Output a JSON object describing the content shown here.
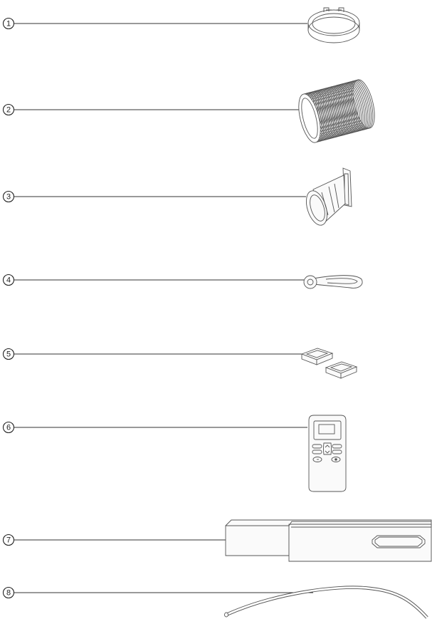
{
  "parts": [
    {
      "number": "1",
      "icon": "hose-ring-icon"
    },
    {
      "number": "2",
      "icon": "exhaust-hose-icon"
    },
    {
      "number": "3",
      "icon": "window-adapter-icon"
    },
    {
      "number": "4",
      "icon": "drain-plug-strap-icon"
    },
    {
      "number": "5",
      "icon": "foam-seal-pads-icon"
    },
    {
      "number": "6",
      "icon": "remote-control-icon"
    },
    {
      "number": "7",
      "icon": "window-slider-kit-icon"
    },
    {
      "number": "8",
      "icon": "drain-tube-icon"
    }
  ]
}
